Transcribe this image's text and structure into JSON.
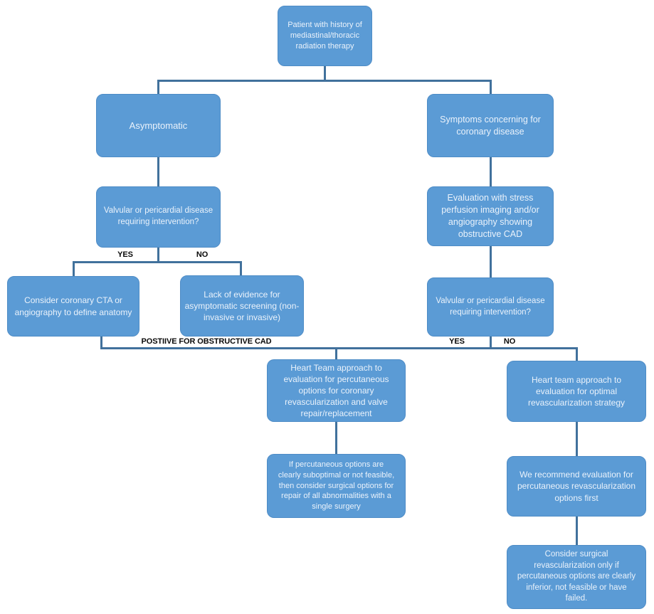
{
  "nodes": {
    "patient_history": "Patient with history of\nmediastinal/thoracic\nradiation therapy",
    "asymptomatic": "Asymptomatic",
    "symptoms": "Symptoms concerning for\ncoronary disease",
    "valvular_left": "Valvular or pericardial disease\nrequiring intervention?",
    "evaluation": "Evaluation with stress\nperfusion imaging and/or\nangiography  showing\nobstructive CAD",
    "cta": "Consider coronary CTA or\nangiography to define anatomy",
    "lack": "Lack of evidence for\nasymptomatic screening (non-\ninvasive or invasive)",
    "valvular_right": "Valvular or pericardial disease\nrequiring intervention?",
    "heart_team_mid": "Heart Team approach to\nevaluation for  percutaneous\noptions for coronary\nrevascularization and valve\nrepair/replacement",
    "heart_team_right": "Heart team approach to\nevaluation for optimal\nrevascularization strategy",
    "if_percutaneous": "If  percutaneous options are\nclearly suboptimal or not feasible,\nthen consider surgical options for\nrepair of all  abnormalities with a\nsingle surgery",
    "we_recommend": "We recommend evaluation for\npercutaneous revascularization\noptions first",
    "consider_surgical": "Consider surgical\nrevascularization only if\npercutaneous options are clearly\ninferior, not feasible or have\nfailed."
  },
  "labels": {
    "yes_left": "YES",
    "no_left": "NO",
    "positive_cad": "POSTIIVE FOR OBSTRUCTIVE CAD",
    "yes_right": "YES",
    "no_right": "NO"
  },
  "colors": {
    "node_fill": "#5B9BD5",
    "node_border": "#4E8CC6",
    "node_text": "#EAF2FB",
    "connector": "#41719C",
    "label_text": "#0A0A0A",
    "background": "#FFFFFF"
  }
}
